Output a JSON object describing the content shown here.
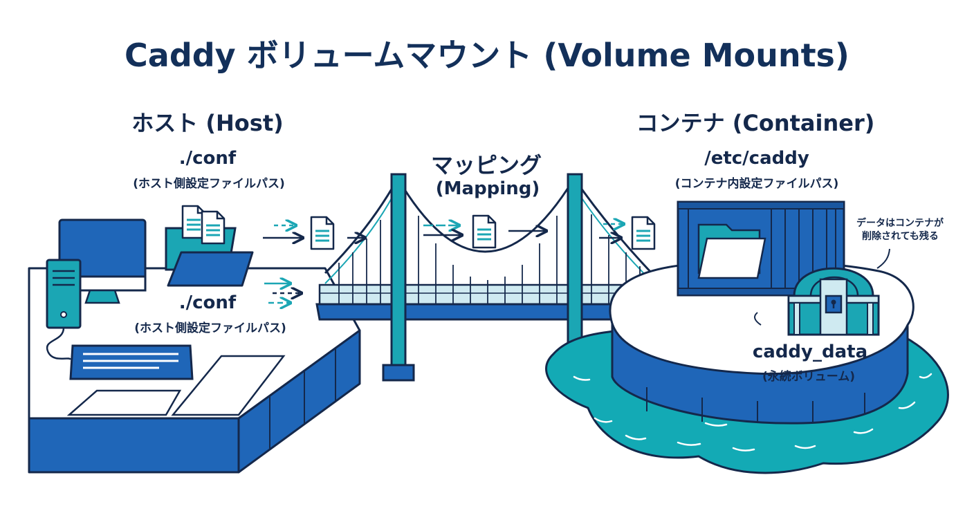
{
  "title": "Caddy ボリュームマウント (Volume Mounts)",
  "host": {
    "heading": "ホスト (Host)",
    "top_path": "./conf",
    "top_desc": "(ホスト側設定ファイルパス)",
    "bottom_path": "./conf",
    "bottom_desc": "(ホスト側設定ファイルパス)"
  },
  "mapping": {
    "label": "マッピング",
    "label_en": "(Mapping)"
  },
  "container": {
    "heading": "コンテナ (Container)",
    "path": "/etc/caddy",
    "desc": "(コンテナ内設定ファイルパス)",
    "note_line1": "データはコンテナが",
    "note_line2": "削除されても残る"
  },
  "volume": {
    "name": "caddy_data",
    "desc": "(永続ボリューム)"
  },
  "colors": {
    "navy": "#14284b",
    "blue": "#1f66b8",
    "teal": "#1ba6b4",
    "light_teal": "#9fdde3",
    "water": "#13aab5"
  },
  "icons": [
    "computer-icon",
    "folder-icon",
    "document-icon",
    "container-icon",
    "treasure-chest-icon",
    "bridge-icon",
    "arrow-icon"
  ]
}
